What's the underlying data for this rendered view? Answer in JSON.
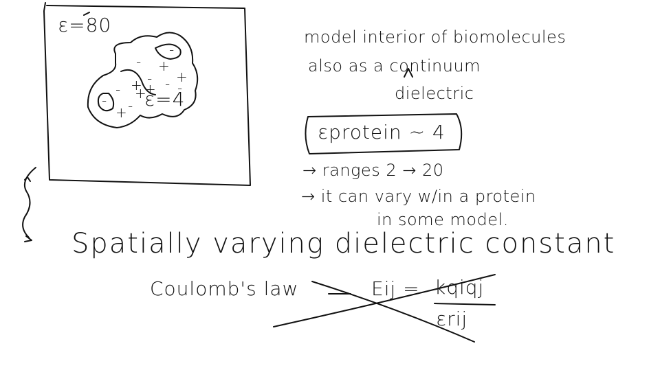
{
  "ink_color": "#111111",
  "background": "#ffffff",
  "diagram": {
    "outer_epsilon": "ε=80",
    "inner_epsilon": "ε=4",
    "charges": [
      "-",
      "+",
      "+",
      "-",
      "-",
      "+",
      "-",
      "+",
      "-",
      "+",
      "-",
      "-",
      "+",
      "-"
    ]
  },
  "notes": {
    "line1": "model interior of biomolecules",
    "line2": "also as a continuum",
    "insertion": "dielectric",
    "boxed": "εprotein ~ 4",
    "bullet1": "→ ranges   2 → 20",
    "bullet2": "→ it can vary w/in a protein",
    "bullet2_cont": "in some model."
  },
  "heading": "Spatially varying dielectric constant",
  "coulomb": {
    "label": "Coulomb's law",
    "formula_lhs": "Eij =",
    "numerator": "kqiqj",
    "denominator": "εrij"
  }
}
